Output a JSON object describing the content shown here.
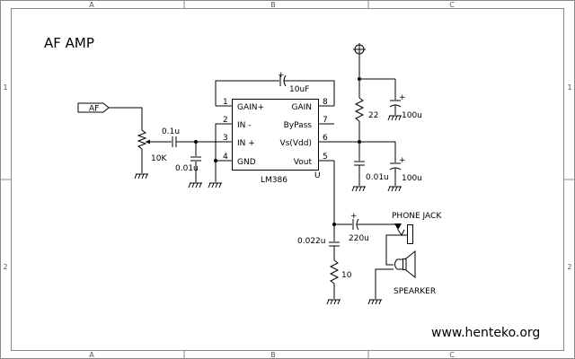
{
  "title": "AF AMP",
  "website": "www.henteko.org",
  "border": {
    "columns": [
      "A",
      "B",
      "C"
    ],
    "rows": [
      "1",
      "2"
    ]
  },
  "net_label": "AF",
  "ic": {
    "name": "LM386",
    "ref": "U",
    "pins_left": [
      {
        "num": "1",
        "name": "GAIN+"
      },
      {
        "num": "2",
        "name": "IN -"
      },
      {
        "num": "3",
        "name": "IN +"
      },
      {
        "num": "4",
        "name": "GND"
      }
    ],
    "pins_right": [
      {
        "num": "8",
        "name": "GAIN"
      },
      {
        "num": "7",
        "name": "ByPass"
      },
      {
        "num": "6",
        "name": "Vs(Vdd)"
      },
      {
        "num": "5",
        "name": "Vout"
      }
    ]
  },
  "components": {
    "vol": "10K",
    "c_in": "0.1u",
    "c_in_shunt": "0.01u",
    "c_gain": "10uF",
    "r_supply": "22",
    "c_supply_top": "100u",
    "c_supply_small": "0.01u",
    "c_supply_bottom": "100u",
    "c_out": "220u",
    "c_zobel": "0.022u",
    "r_zobel": "10",
    "jack": "PHONE JACK",
    "speaker": "SPEARKER"
  },
  "polarity_mark": "+"
}
